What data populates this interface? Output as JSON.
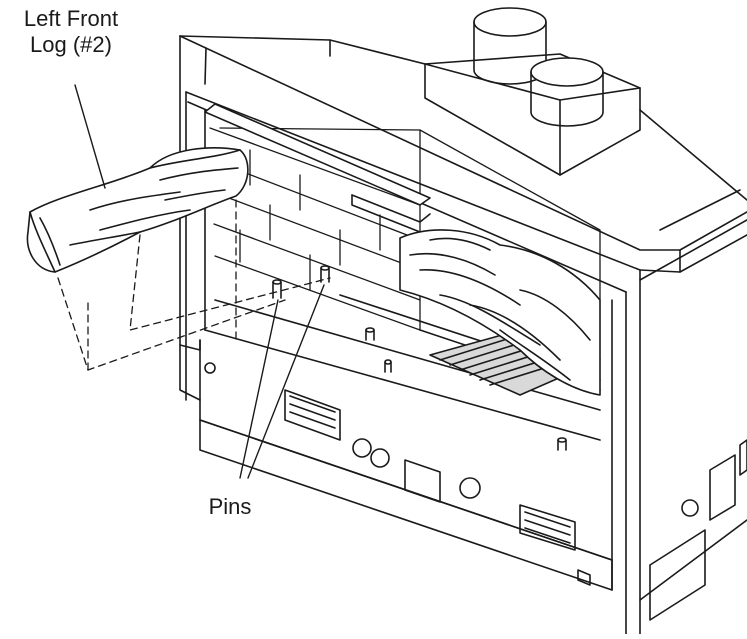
{
  "callouts": {
    "log_line1": "Left Front",
    "log_line2": "Log (#2)",
    "pins": "Pins"
  },
  "colors": {
    "ink": "#1a1a1a",
    "background": "#ffffff",
    "shade": "#d9d9d9"
  }
}
